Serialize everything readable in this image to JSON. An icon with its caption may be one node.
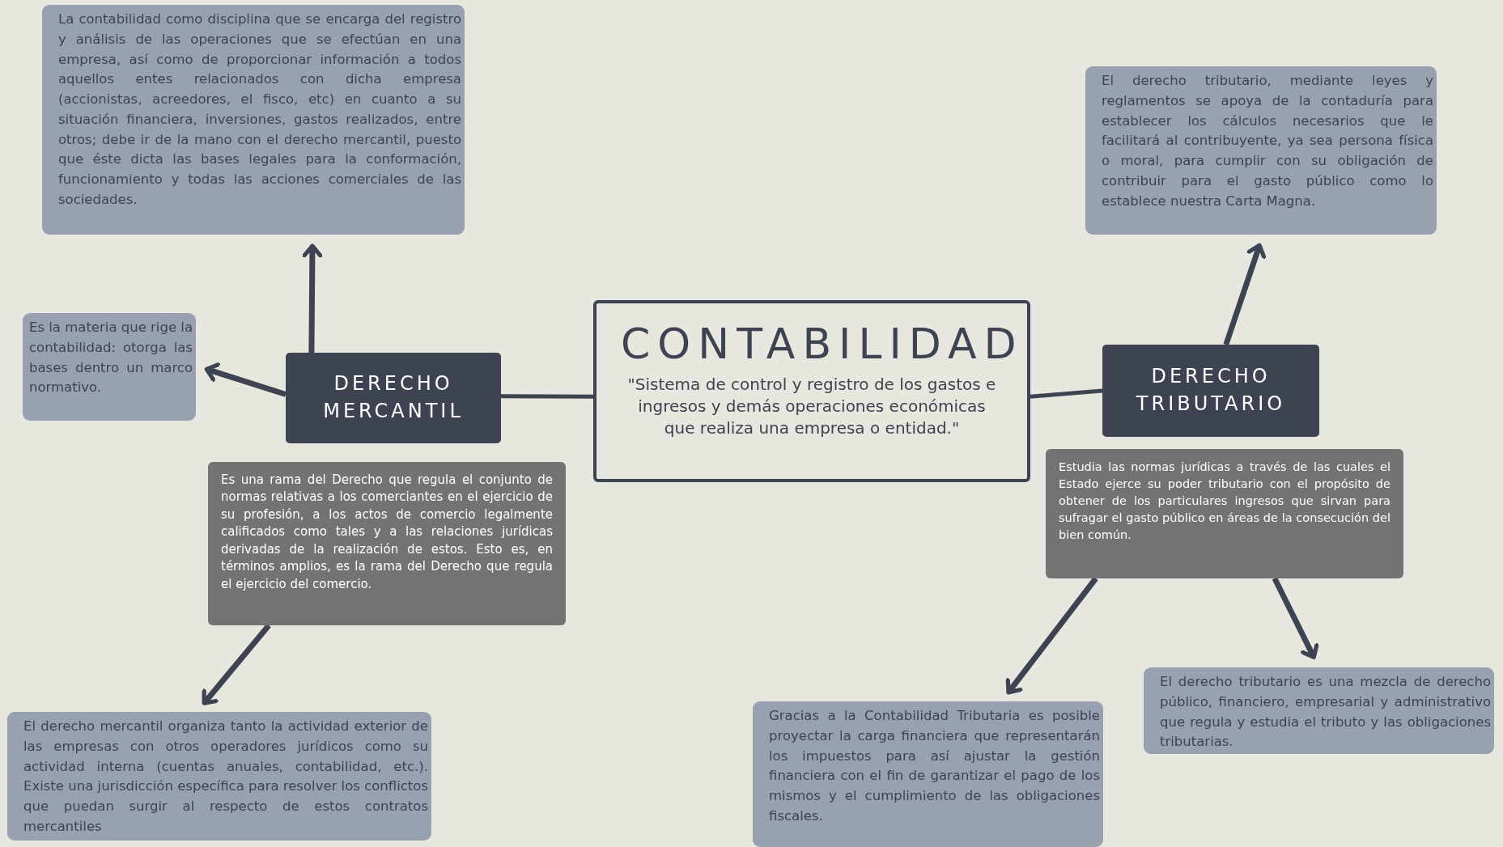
{
  "diagram": {
    "nodes": [
      {
        "text": [
          "CONTABILIDAD",
          "\"Sistema de control y registro de los gastos e ingresos y demás operaciones económicas que realiza una empresa o entidad.\""
        ]
      },
      {
        "text": [
          "DERECHO MERCANTIL"
        ]
      },
      {
        "text": [
          "DERECHO TRIBUTARIO"
        ]
      },
      {
        "text": [
          "La contabilidad como disciplina que se encarga del registro y análisis de las operaciones que se efectúan en una empresa, así como de proporcionar información a todos aquellos entes relacionados con dicha empresa (accionistas, acreedores, el fisco, etc) en cuanto a su situación financiera, inversiones, gastos realizados, entre otros; debe ir de la mano con el derecho mercantil, puesto que éste dicta las bases legales para la conformación, funcionamiento y todas las acciones comerciales de las sociedades."
        ]
      },
      {
        "text": [
          "Es la materia que rige la contabilidad: otorga las bases dentro un marco normativo."
        ]
      },
      {
        "text": [
          "Es una rama del Derecho que regula el conjunto de normas relativas a los comerciantes en el ejercicio de su profesión, a los actos de comercio legalmente calificados como tales y a las relaciones jurídicas derivadas de la realización de estos. Esto es, en términos amplios, es la rama del Derecho que regula el ejercicio del comercio."
        ]
      },
      {
        "text": [
          "El derecho mercantil organiza tanto la actividad exterior de las empresas con otros operadores jurídicos como su actividad interna (cuentas anuales, contabilidad, etc.). Existe una jurisdicción específica para resolver los conflictos que puedan surgir al respecto de estos contratos mercantiles"
        ]
      },
      {
        "text": [
          "El derecho tributario, mediante leyes y reglamentos se apoya de la contaduría para establecer los cálculos necesarios que le facilitará al contribuyente, ya sea persona física o moral, para cumplir con su obligación de contribuir para el gasto público como lo establece nuestra Carta Magna."
        ]
      },
      {
        "text": [
          "Estudia las normas jurídicas a través de las cuales el Estado ejerce su poder tributario con el propósito de obtener de los particulares ingresos que sirvan para sufragar el gasto público en áreas de la consecución del bien común."
        ]
      },
      {
        "text": [
          "Gracias a la Contabilidad Tributaria es posible proyectar la carga financiera que representarán los impuestos para así ajustar la gestión financiera con el fin de garantizar el pago de los mismos y el cumplimiento de las obligaciones fiscales."
        ]
      },
      {
        "text": [
          "El derecho tributario es una mezcla de derecho público, financiero, empresarial y administrativo que regula y estudia el tributo y las obligaciones tributarias."
        ]
      }
    ],
    "edges": [
      {
        "from": 1,
        "to": 0,
        "arrow": "none"
      },
      {
        "from": 0,
        "to": 2,
        "arrow": "none"
      },
      {
        "from": 1,
        "to": 3,
        "arrow": "to"
      },
      {
        "from": 1,
        "to": 4,
        "arrow": "to"
      },
      {
        "from": 5,
        "to": 6,
        "arrow": "to"
      },
      {
        "from": 2,
        "to": 7,
        "arrow": "to"
      },
      {
        "from": 8,
        "to": 9,
        "arrow": "to"
      },
      {
        "from": 8,
        "to": 10,
        "arrow": "to"
      }
    ]
  }
}
